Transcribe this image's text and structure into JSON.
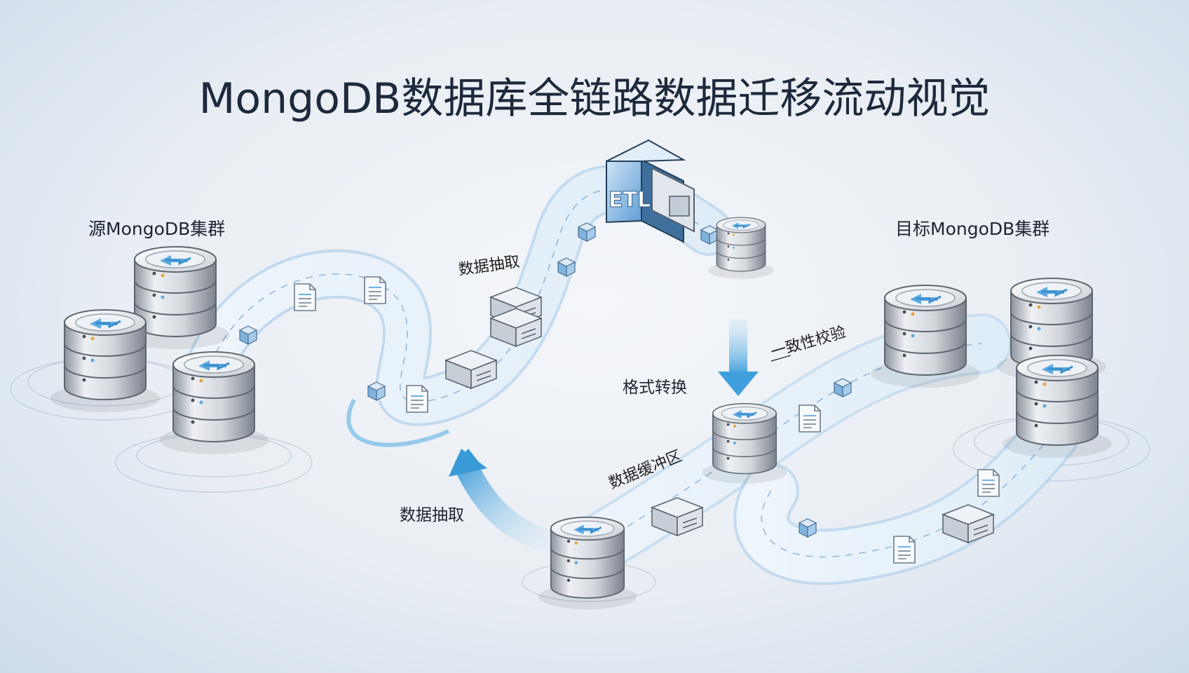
{
  "title": "MongoDB数据库全链路数据迁移流动视觉",
  "groups": {
    "source": "源MongoDB集群",
    "target": "目标MongoDB集群"
  },
  "stages": {
    "extract_top": "数据抽取",
    "etl": "ETL",
    "format": "格式转换",
    "verify": "一致性校验",
    "buffer": "数据缓冲区",
    "extract_bottom": "数据抽取"
  },
  "colors": {
    "accent": "#4aa6e0",
    "flow_band": "#e7f1fa",
    "db_body": "#dfe3e8",
    "db_dark": "#6c7480",
    "title": "#1d2a3c"
  },
  "icons": [
    "database-icon",
    "document-icon",
    "cube-icon",
    "server-icon",
    "etl-server-icon",
    "arrow-down-icon",
    "curved-arrow-icon"
  ]
}
